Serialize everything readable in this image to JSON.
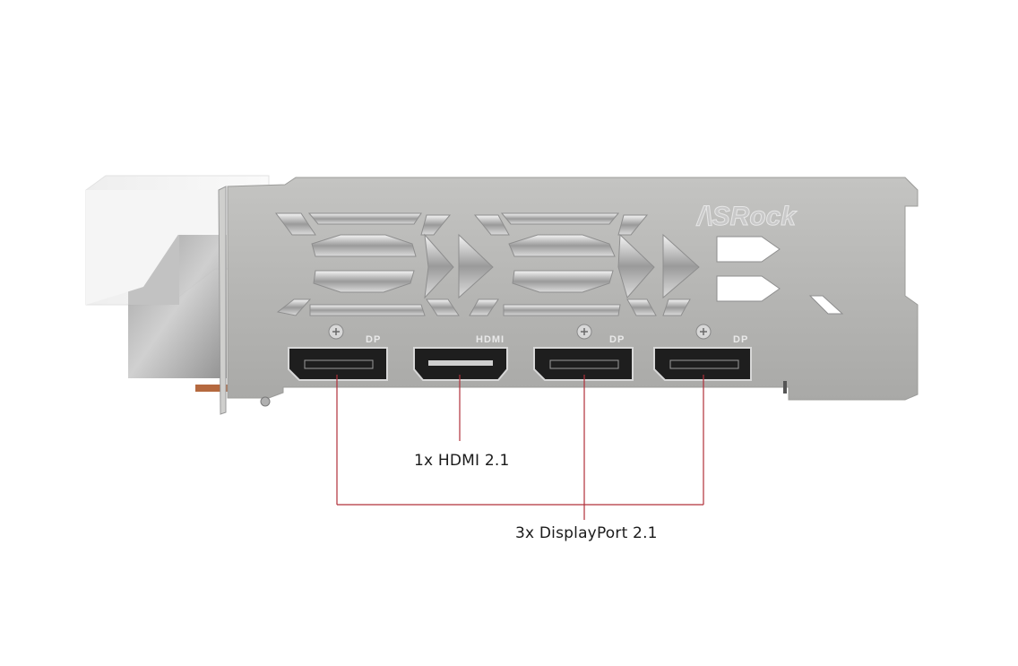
{
  "product": {
    "brand_logo": "ASRock",
    "description": "Graphics card rear I/O bracket"
  },
  "ports": [
    {
      "id": "dp1",
      "tag": "DP",
      "type": "displayport"
    },
    {
      "id": "hdmi",
      "tag": "HDMI",
      "type": "hdmi"
    },
    {
      "id": "dp2",
      "tag": "DP",
      "type": "displayport"
    },
    {
      "id": "dp3",
      "tag": "DP",
      "type": "displayport"
    }
  ],
  "callouts": {
    "hdmi": {
      "text": "1x HDMI 2.1"
    },
    "displayport": {
      "text": "3x DisplayPort 2.1"
    }
  },
  "colors": {
    "callout_line": "#b0303a",
    "bracket": "#b8b8b6",
    "shroud": "#f2f2f2",
    "copper": "#b5693f"
  }
}
